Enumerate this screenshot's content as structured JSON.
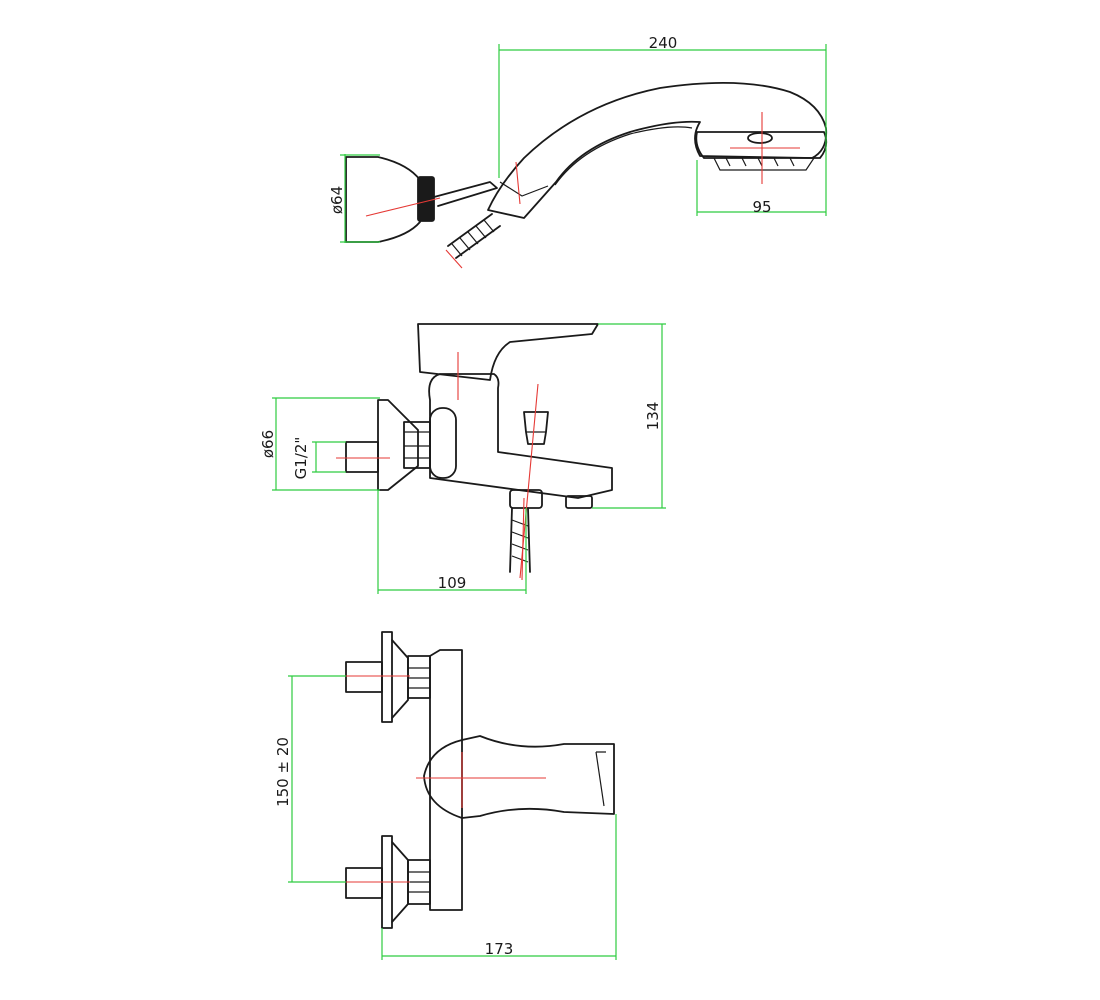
{
  "colors": {
    "outline": "#1a1a1a",
    "dimension_line": "#2ecc40",
    "center_line": "#e53935",
    "background": "#ffffff"
  },
  "views": {
    "hand_shower": {
      "dim_length": "240",
      "dim_head": "95",
      "dim_holder": "ø64"
    },
    "side": {
      "dim_height": "134",
      "dim_flange": "ø66",
      "dim_thread": "G1/2\"",
      "dim_projection": "109"
    },
    "front": {
      "dim_centers": "150 ± 20",
      "dim_width": "173"
    }
  }
}
